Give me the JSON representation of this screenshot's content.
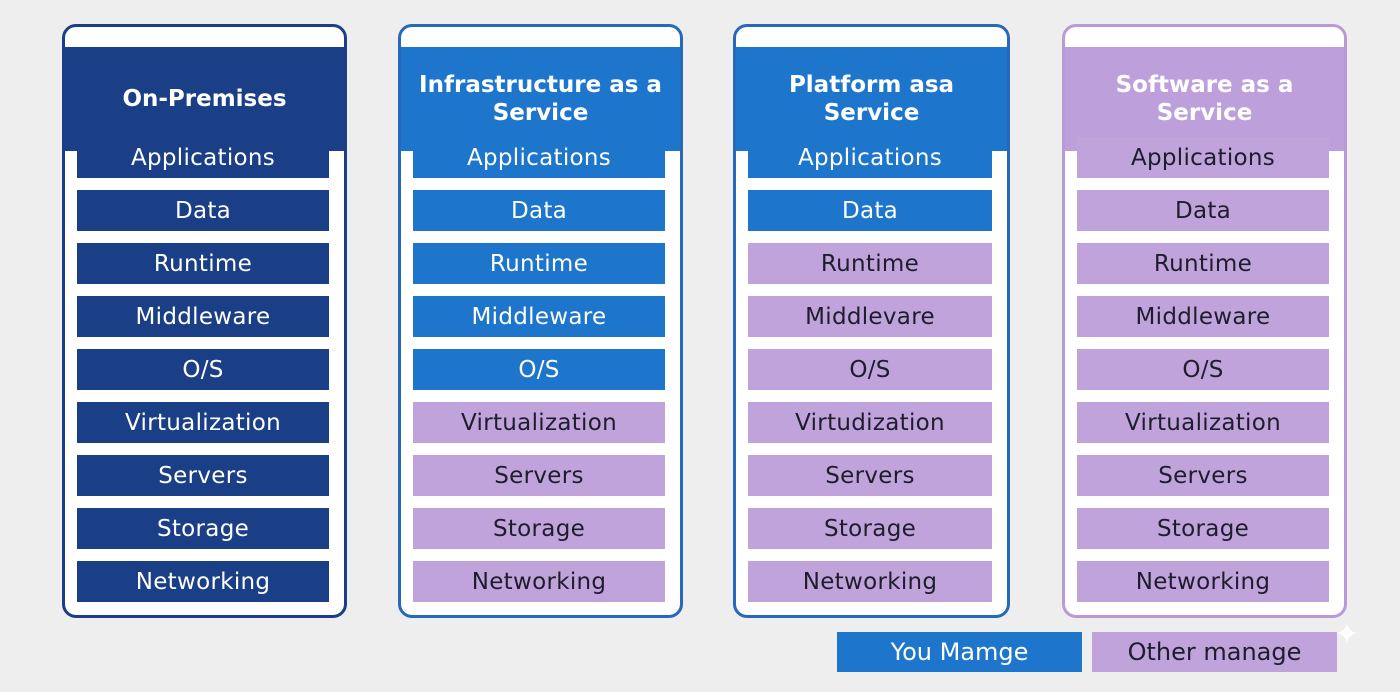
{
  "models": [
    {
      "title": "On-Premises",
      "layers": [
        {
          "label": "Applications",
          "managed": "you"
        },
        {
          "label": "Data",
          "managed": "you"
        },
        {
          "label": "Runtime",
          "managed": "you"
        },
        {
          "label": "Middleware",
          "managed": "you"
        },
        {
          "label": "O/S",
          "managed": "you"
        },
        {
          "label": "Virtualization",
          "managed": "you"
        },
        {
          "label": "Servers",
          "managed": "you"
        },
        {
          "label": "Storage",
          "managed": "you"
        },
        {
          "label": "Networking",
          "managed": "you"
        }
      ]
    },
    {
      "title": "Infrastructure as a Service",
      "layers": [
        {
          "label": "Applications",
          "managed": "you"
        },
        {
          "label": "Data",
          "managed": "you"
        },
        {
          "label": "Runtime",
          "managed": "you"
        },
        {
          "label": "Middleware",
          "managed": "you"
        },
        {
          "label": "O/S",
          "managed": "you"
        },
        {
          "label": "Virtualization",
          "managed": "other"
        },
        {
          "label": "Servers",
          "managed": "other"
        },
        {
          "label": "Storage",
          "managed": "other"
        },
        {
          "label": "Networking",
          "managed": "other"
        }
      ]
    },
    {
      "title": "Platform asa Service",
      "layers": [
        {
          "label": "Applications",
          "managed": "you"
        },
        {
          "label": "Data",
          "managed": "you"
        },
        {
          "label": "Runtime",
          "managed": "other"
        },
        {
          "label": "Middlevare",
          "managed": "other"
        },
        {
          "label": "O/S",
          "managed": "other"
        },
        {
          "label": "Virtudization",
          "managed": "other"
        },
        {
          "label": "Servers",
          "managed": "other"
        },
        {
          "label": "Storage",
          "managed": "other"
        },
        {
          "label": "Networking",
          "managed": "other"
        }
      ]
    },
    {
      "title": "Software as a Service",
      "layers": [
        {
          "label": "Applications",
          "managed": "other"
        },
        {
          "label": "Data",
          "managed": "other"
        },
        {
          "label": "Runtime",
          "managed": "other"
        },
        {
          "label": "Middleware",
          "managed": "other"
        },
        {
          "label": "O/S",
          "managed": "other"
        },
        {
          "label": "Virtualization",
          "managed": "other"
        },
        {
          "label": "Servers",
          "managed": "other"
        },
        {
          "label": "Storage",
          "managed": "other"
        },
        {
          "label": "Networking",
          "managed": "other"
        }
      ]
    }
  ],
  "legend": {
    "you_label": "You Mamge",
    "other_label": "Other manage"
  },
  "colors": {
    "on_prem_blue": "#1b3f86",
    "you_manage_blue": "#1e76cc",
    "other_manage_purple": "#c0a3db",
    "saas_header_purple": "#bd9fdc"
  },
  "icons": {
    "corner_mark": "sparkle-icon"
  }
}
